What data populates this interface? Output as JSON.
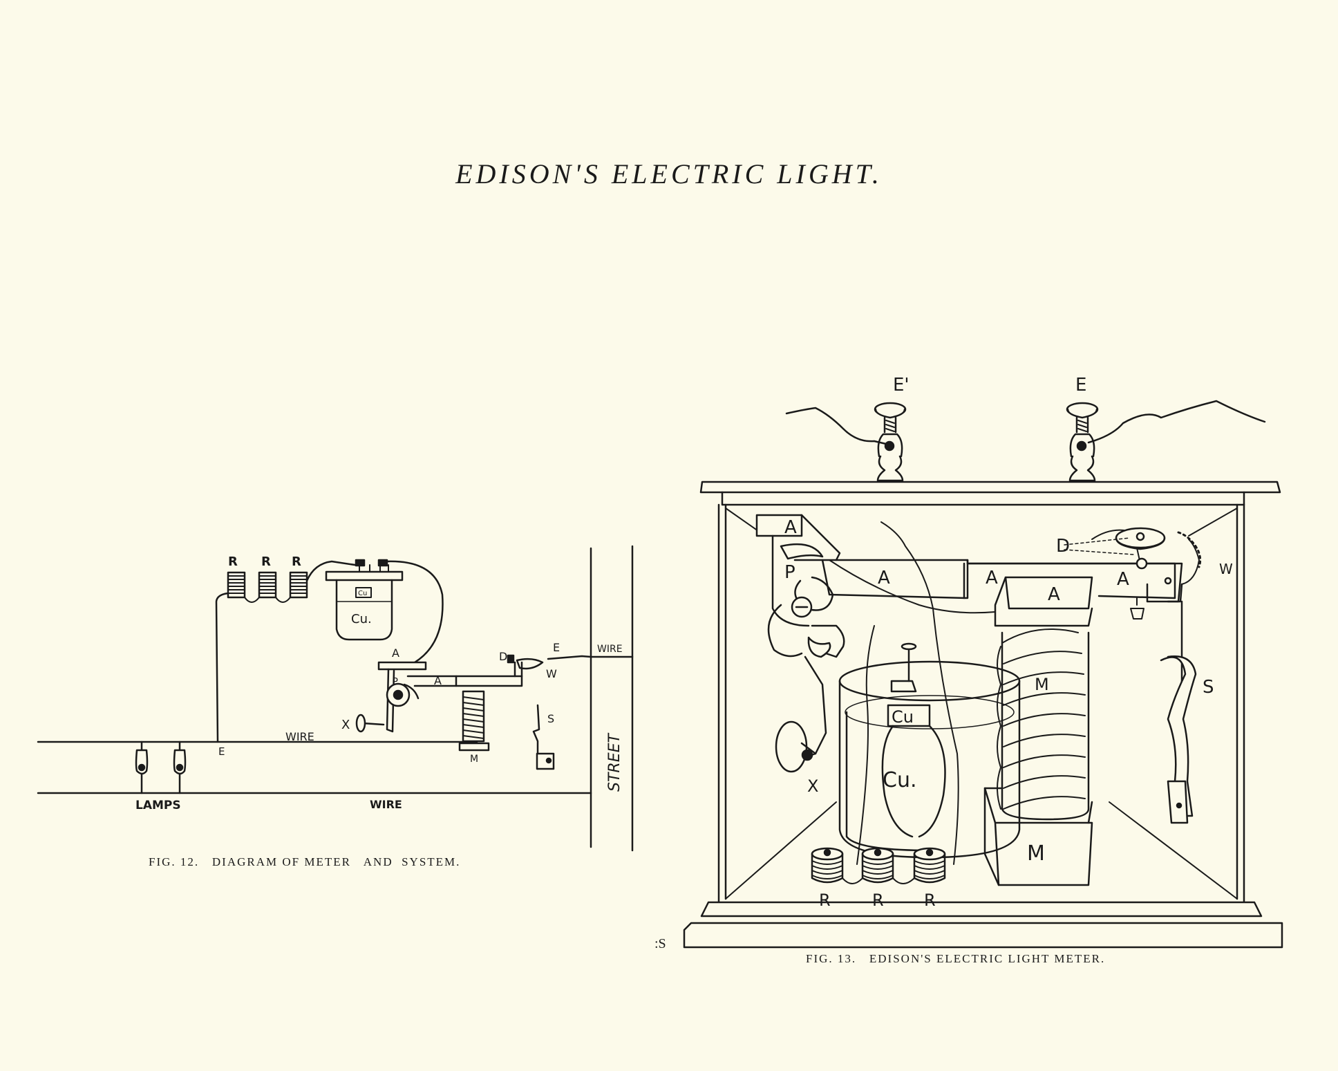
{
  "title": "EDISON'S ELECTRIC LIGHT.",
  "fig12": {
    "caption": "FIG. 12.   DIAGRAM OF METER   AND  SYSTEM.",
    "labels": {
      "r1": "R",
      "r2": "R",
      "r3": "R",
      "cu_small": "Cu",
      "cu_jar": "Cu.",
      "a_top": "A",
      "a_arm": "A",
      "p": "P",
      "d": "D",
      "e_top": "E",
      "w": "W",
      "s": "S",
      "x": "X",
      "m": "M",
      "e_junction": "E",
      "wire_mid": "WIRE",
      "wire_bottom": "WIRE",
      "wire_street": "WIRE",
      "lamps": "LAMPS",
      "street": "STREET"
    }
  },
  "fig13": {
    "caption": "FIG. 13.   EDISON'S ELECTRIC LIGHT METER.",
    "labels": {
      "e_prime": "E'",
      "e": "E",
      "a1": "A",
      "a2": "A",
      "a3": "A",
      "a4": "A",
      "a5": "A",
      "p": "P",
      "d": "D",
      "w": "W",
      "s": "S",
      "x": "X",
      "m_coil": "M",
      "m_base": "M",
      "cu_small": "Cu",
      "cu_jar": "Cu.",
      "r1": "R",
      "r2": "R",
      "r3": "R"
    }
  },
  "stray_mark": ":S"
}
